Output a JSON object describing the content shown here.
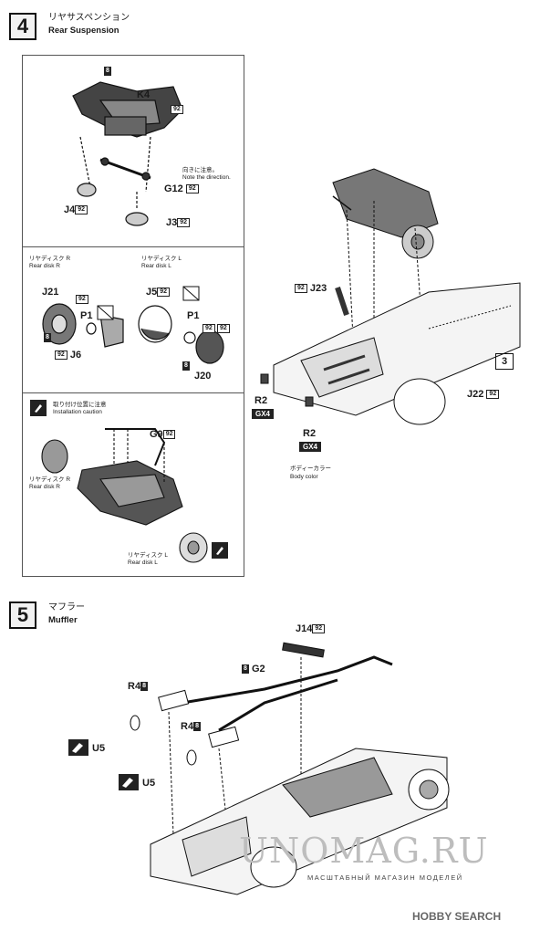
{
  "step4": {
    "number": "4",
    "title_jp": "リヤサスペンション",
    "title_en": "Rear Suspension",
    "parts": {
      "k4": "K4",
      "k4_badge": "8",
      "k4_badge_right": "92",
      "g12": "G12",
      "g12_badge": "92",
      "j4": "J4",
      "j4_badge": "92",
      "j3": "J3",
      "j3_badge": "92",
      "note_jp": "向きに注意。",
      "note_en": "Note the direction."
    },
    "disk_r": {
      "label_jp": "リヤディスク R",
      "label_en": "Rear disk R",
      "j21": "J21",
      "j21_badge": "92",
      "p1": "P1",
      "badge8": "8",
      "j6": "J6",
      "j6_badge": "92"
    },
    "disk_l": {
      "label_jp": "リヤディスク L",
      "label_en": "Rear disk L",
      "j5": "J5",
      "j5_badge": "92",
      "p1": "P1",
      "badge_a": "92",
      "badge_b": "92",
      "badge8": "8",
      "j20": "J20"
    },
    "install": {
      "caution_jp": "取り付け位置に注意",
      "caution_en": "Installation caution",
      "g9": "G9",
      "g9_badge": "92",
      "disk_r_jp": "リヤディスク R",
      "disk_r_en": "Rear disk R",
      "disk_l_jp": "リヤディスク L",
      "disk_l_en": "Rear disk L"
    },
    "right": {
      "j23": "J23",
      "j23_badge": "92",
      "j22": "J22",
      "j22_badge": "92",
      "ref3": "3",
      "r2a": "R2",
      "gx4a": "GX4",
      "r2b": "R2",
      "gx4b": "GX4",
      "body_color_jp": "ボディーカラー",
      "body_color_en": "Body color"
    }
  },
  "step5": {
    "number": "5",
    "title_jp": "マフラー",
    "title_en": "Muffler",
    "j14": "J14",
    "j14_badge": "92",
    "g2": "G2",
    "g2_badge": "8",
    "r4a": "R4",
    "r4a_badge": "8",
    "r4b": "R4",
    "r4b_badge": "8",
    "u5a": "U5",
    "u5b": "U5"
  },
  "watermark": {
    "site": "UNOMAG.RU",
    "tagline": "МАСШТАБНЫЙ МАГАЗИН МОДЕЛЕЙ",
    "hobby": "HOBBY SEARCH"
  }
}
